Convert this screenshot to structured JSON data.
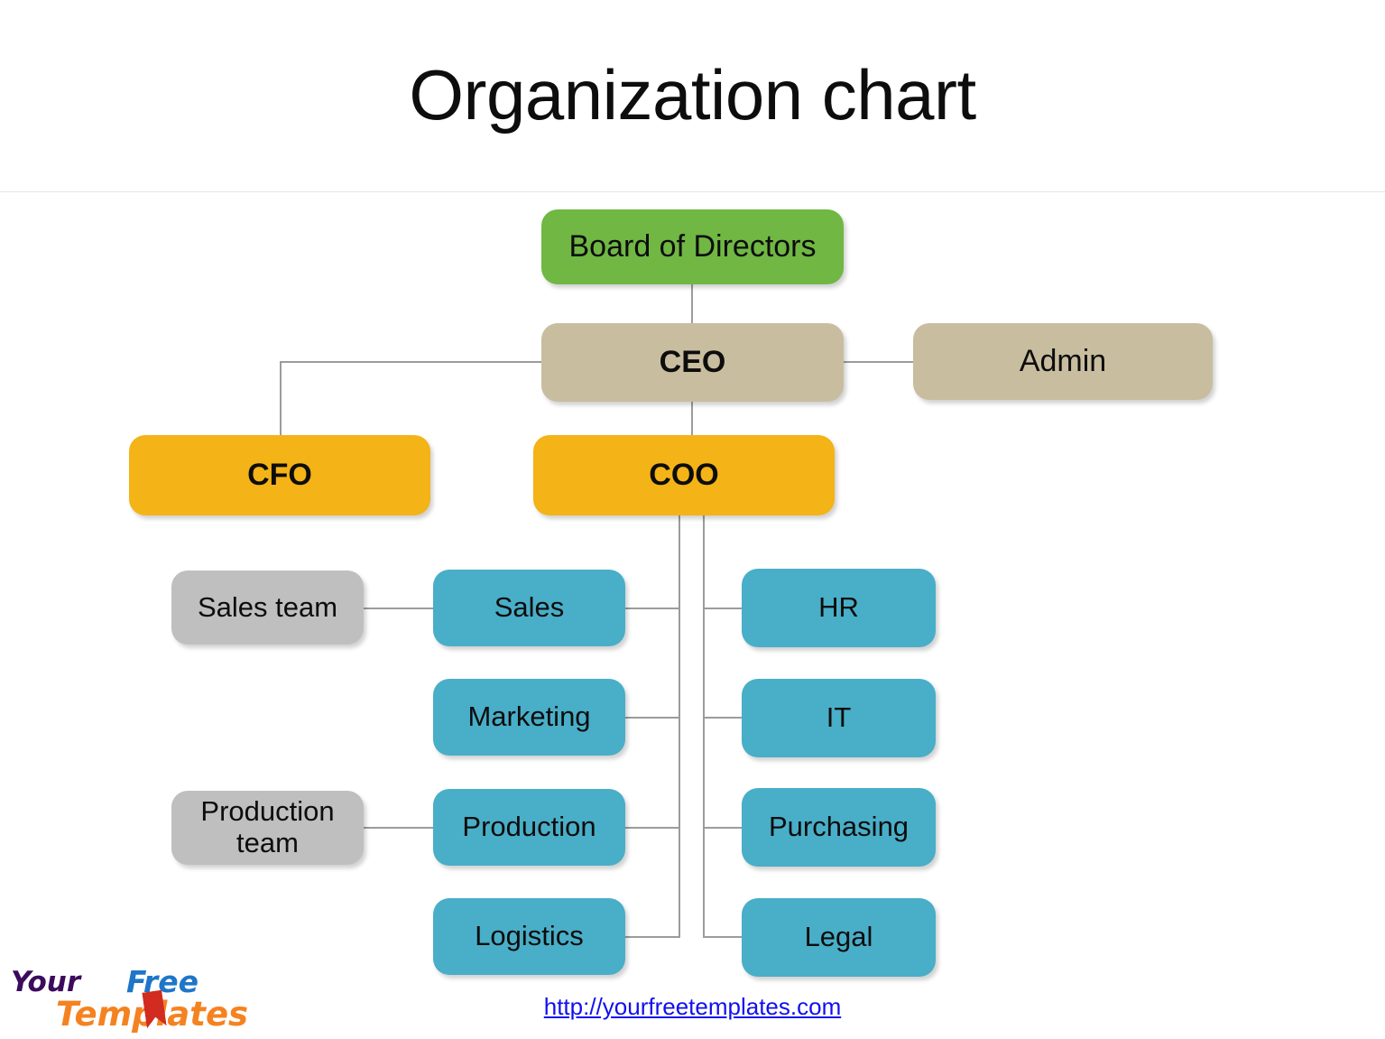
{
  "page": {
    "title": "Organization chart",
    "background_color": "#ffffff"
  },
  "footer": {
    "url_text": "http://yourfreetemplates.com",
    "url_color": "#1010EE",
    "logo": {
      "word1": "Your",
      "word1_color": "#3B0B5E",
      "word2": "Free",
      "word2_color": "#1E76C8",
      "word3": "Templates",
      "word3_color": "#F58220",
      "icon": "bookmark-icon",
      "icon_color": "#D12C1F"
    }
  },
  "colors": {
    "green": "#70B744",
    "tan": "#C8BD9E",
    "amber": "#F4B316",
    "blue": "#49AEC8",
    "gray": "#BFBFBF",
    "connector": "#9C9C9C"
  },
  "chart_data": {
    "type": "diagram",
    "diagram_type": "organization-chart",
    "title": "Organization chart",
    "nodes": [
      {
        "id": "board",
        "label": "Board of Directors",
        "color": "#70B744",
        "bold": false,
        "level": 0
      },
      {
        "id": "ceo",
        "label": "CEO",
        "color": "#C8BD9E",
        "bold": true,
        "level": 1
      },
      {
        "id": "admin",
        "label": "Admin",
        "color": "#C8BD9E",
        "bold": false,
        "level": 2
      },
      {
        "id": "cfo",
        "label": "CFO",
        "color": "#F4B316",
        "bold": true,
        "level": 2
      },
      {
        "id": "coo",
        "label": "COO",
        "color": "#F4B316",
        "bold": true,
        "level": 2
      },
      {
        "id": "sales",
        "label": "Sales",
        "color": "#49AEC8",
        "bold": false,
        "level": 3
      },
      {
        "id": "marketing",
        "label": "Marketing",
        "color": "#49AEC8",
        "bold": false,
        "level": 3
      },
      {
        "id": "production",
        "label": "Production",
        "color": "#49AEC8",
        "bold": false,
        "level": 3
      },
      {
        "id": "logistics",
        "label": "Logistics",
        "color": "#49AEC8",
        "bold": false,
        "level": 3
      },
      {
        "id": "hr",
        "label": "HR",
        "color": "#49AEC8",
        "bold": false,
        "level": 3
      },
      {
        "id": "it",
        "label": "IT",
        "color": "#49AEC8",
        "bold": false,
        "level": 3
      },
      {
        "id": "purchasing",
        "label": "Purchasing",
        "color": "#49AEC8",
        "bold": false,
        "level": 3
      },
      {
        "id": "legal",
        "label": "Legal",
        "color": "#49AEC8",
        "bold": false,
        "level": 3
      },
      {
        "id": "salesteam",
        "label": "Sales team",
        "color": "#BFBFBF",
        "bold": false,
        "level": 4
      },
      {
        "id": "prodteam",
        "label": "Production team",
        "color": "#BFBFBF",
        "bold": false,
        "level": 4
      }
    ],
    "edges": [
      {
        "from": "board",
        "to": "ceo"
      },
      {
        "from": "ceo",
        "to": "admin"
      },
      {
        "from": "ceo",
        "to": "cfo"
      },
      {
        "from": "ceo",
        "to": "coo"
      },
      {
        "from": "coo",
        "to": "sales"
      },
      {
        "from": "coo",
        "to": "marketing"
      },
      {
        "from": "coo",
        "to": "production"
      },
      {
        "from": "coo",
        "to": "logistics"
      },
      {
        "from": "coo",
        "to": "hr"
      },
      {
        "from": "coo",
        "to": "it"
      },
      {
        "from": "coo",
        "to": "purchasing"
      },
      {
        "from": "coo",
        "to": "legal"
      },
      {
        "from": "sales",
        "to": "salesteam"
      },
      {
        "from": "production",
        "to": "prodteam"
      }
    ]
  },
  "nodes": {
    "board": {
      "label": "Board of Directors"
    },
    "ceo": {
      "label": "CEO"
    },
    "admin": {
      "label": "Admin"
    },
    "cfo": {
      "label": "CFO"
    },
    "coo": {
      "label": "COO"
    },
    "sales": {
      "label": "Sales"
    },
    "marketing": {
      "label": "Marketing"
    },
    "production": {
      "label": "Production"
    },
    "logistics": {
      "label": "Logistics"
    },
    "hr": {
      "label": "HR"
    },
    "it": {
      "label": "IT"
    },
    "purchasing": {
      "label": "Purchasing"
    },
    "legal": {
      "label": "Legal"
    },
    "salesteam": {
      "label": "Sales team"
    },
    "prodteam": {
      "label": "Production team"
    }
  }
}
